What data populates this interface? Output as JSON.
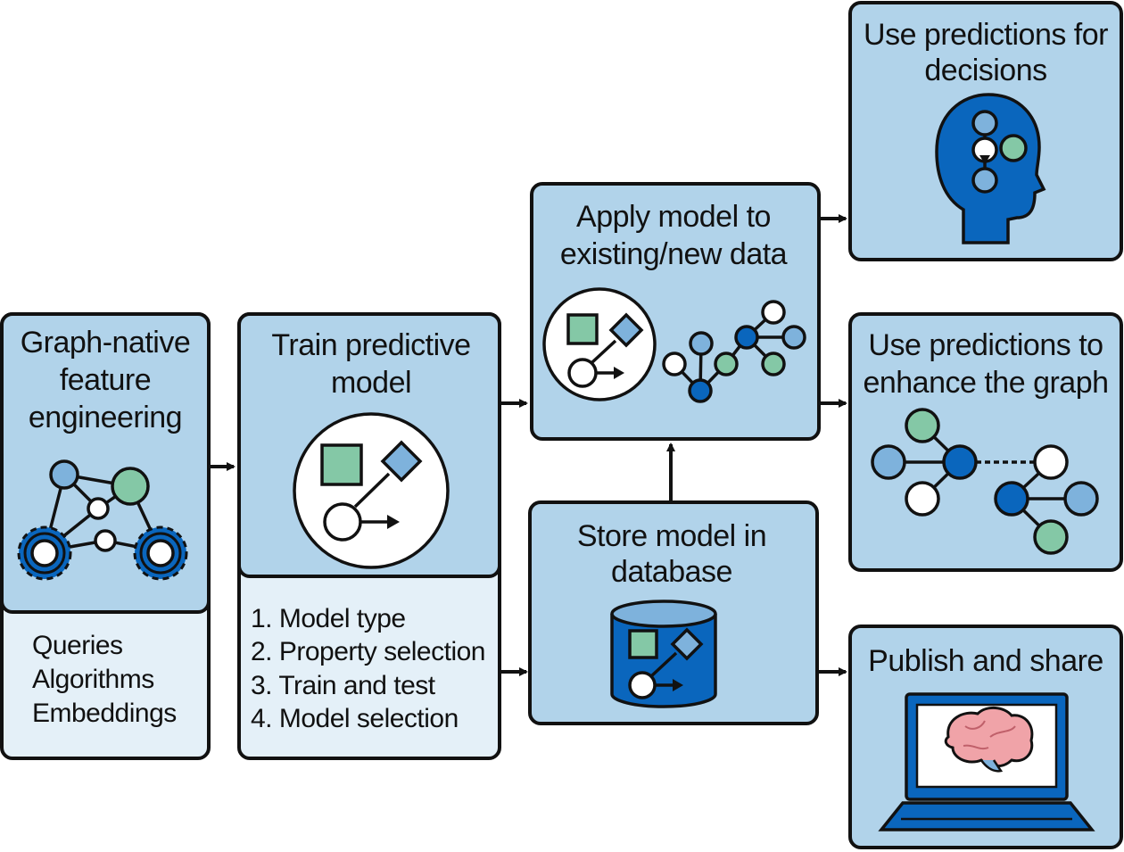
{
  "colors": {
    "box_fill": "#b1d3ea",
    "sub_fill": "#e4f0f8",
    "blue_dark": "#0a66bd",
    "blue_light": "#7eb2dc",
    "green": "#84c8a6",
    "outline": "#111111"
  },
  "nodes": {
    "feature": {
      "title": [
        "Graph-native",
        "feature",
        "engineering"
      ],
      "items": [
        "Queries",
        "Algorithms",
        "Embeddings"
      ],
      "icon": "graph-gears-icon"
    },
    "train": {
      "title": [
        "Train predictive",
        "model"
      ],
      "items": [
        "1. Model type",
        "2. Property selection",
        "3. Train and test",
        "4. Model selection"
      ],
      "icon": "model-shapes-icon"
    },
    "apply": {
      "title": [
        "Apply model to",
        "existing/new data"
      ],
      "icon": "apply-model-graph-icon"
    },
    "store": {
      "title": [
        "Store model in",
        "database"
      ],
      "icon": "database-icon"
    },
    "decisions": {
      "title": [
        "Use predictions for",
        "decisions"
      ],
      "icon": "head-icon"
    },
    "enhance": {
      "title": [
        "Use predictions to",
        "enhance the graph"
      ],
      "icon": "enhanced-graph-icon"
    },
    "publish": {
      "title": [
        "Publish and share"
      ],
      "icon": "laptop-brain-icon"
    }
  },
  "edges": [
    {
      "from": "feature",
      "to": "train"
    },
    {
      "from": "train",
      "to": "apply"
    },
    {
      "from": "train",
      "to": "store"
    },
    {
      "from": "store",
      "to": "apply"
    },
    {
      "from": "apply",
      "to": "decisions"
    },
    {
      "from": "apply",
      "to": "enhance"
    },
    {
      "from": "store",
      "to": "publish"
    }
  ]
}
